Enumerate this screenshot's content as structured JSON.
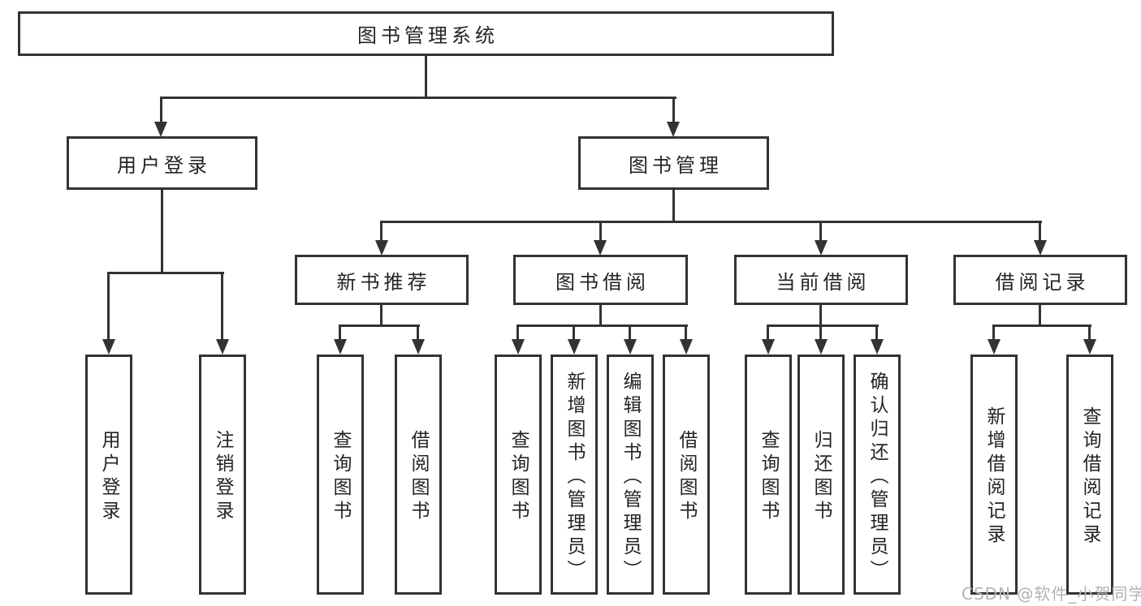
{
  "nodes": {
    "root": "图书管理系统",
    "user_login": "用户登录",
    "book_mgmt": "图书管理",
    "new_book_rec": "新书推荐",
    "book_borrow": "图书借阅",
    "current_borrow": "当前借阅",
    "borrow_records": "借阅记录",
    "leaf_user_login": "用户登录",
    "leaf_logout": "注销登录",
    "rec_query": "查询图书",
    "rec_borrow": "借阅图书",
    "bb_query": "查询图书",
    "bb_add": "新增图书（管理员）",
    "bb_edit": "编辑图书（管理员）",
    "bb_borrow": "借阅图书",
    "cb_query": "查询图书",
    "cb_return": "归还图书",
    "cb_confirm": "确认归还（管理员）",
    "br_add": "新增借阅记录",
    "br_query": "查询借阅记录"
  },
  "watermark": "CSDN @软件_小贺同学",
  "colors": {
    "line": "#333333",
    "text": "#242424",
    "box_bg": "#ffffff",
    "background": "#ffffff",
    "watermark": "#b3b3b3"
  }
}
